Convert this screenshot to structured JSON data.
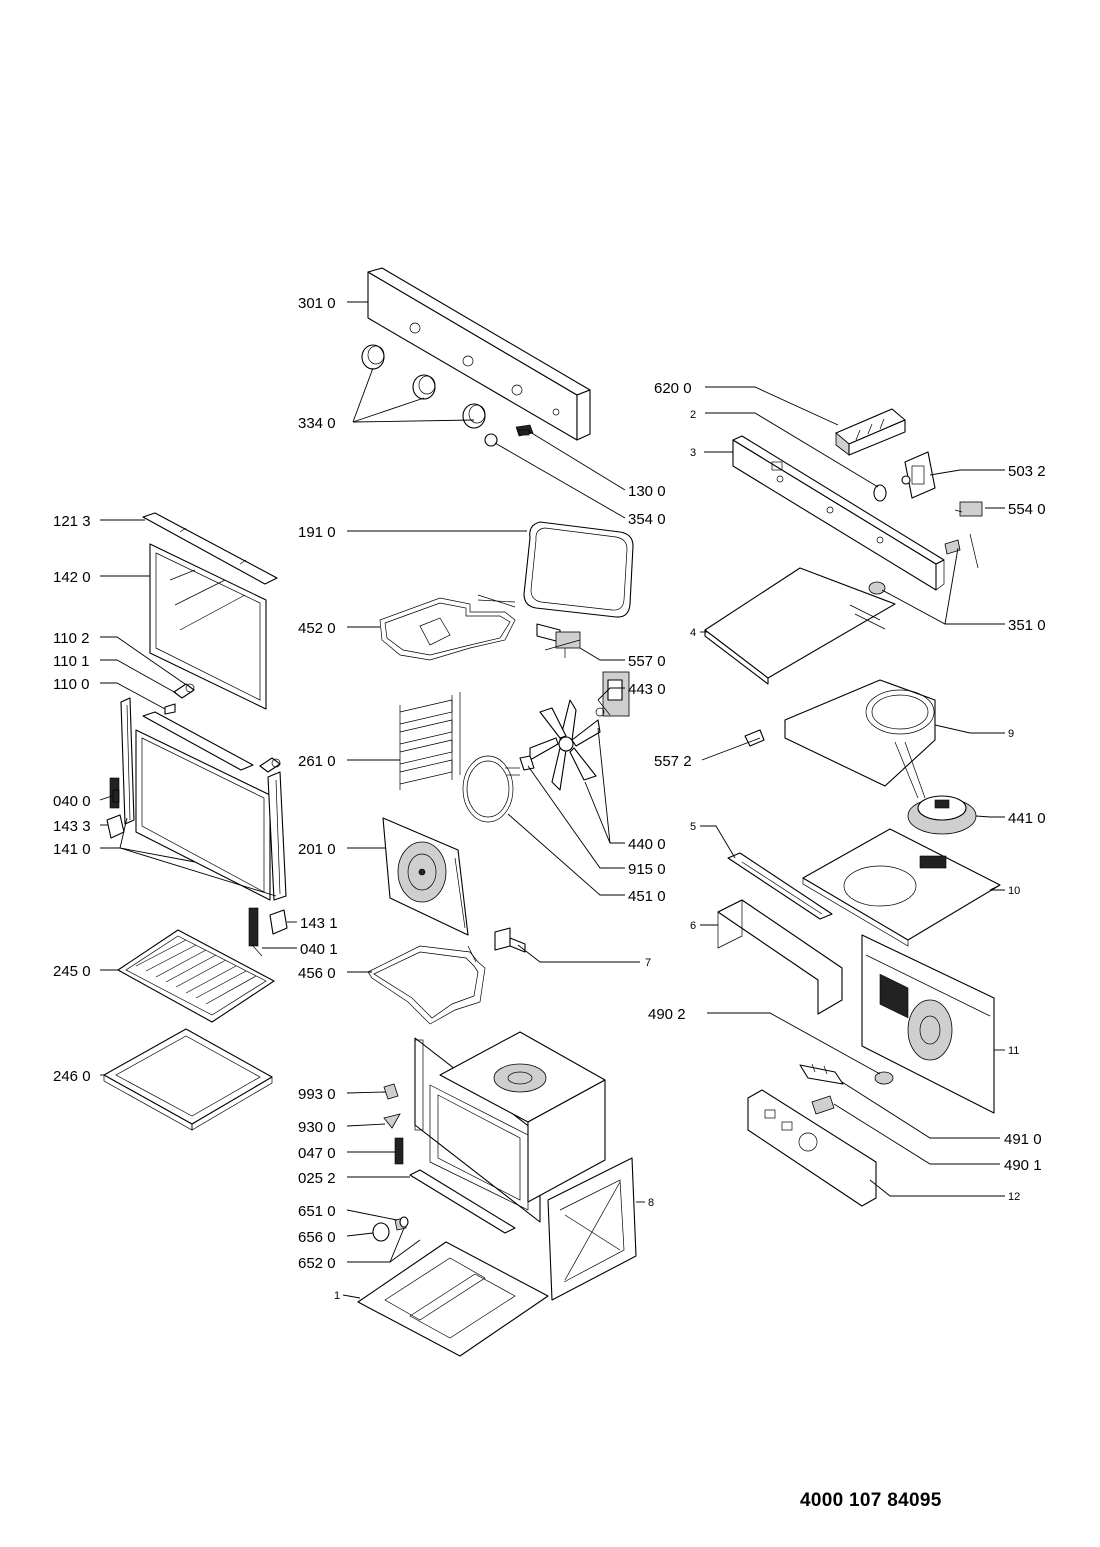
{
  "document_number": "4000 107 84095",
  "labels": {
    "p3010": "301 0",
    "p3340": "334 0",
    "p6200": "620 0",
    "p2": "2",
    "p3": "3",
    "p5032": "503 2",
    "p1300": "130 0",
    "p5540": "554 0",
    "p3540": "354 0",
    "p1213": "121 3",
    "p1910": "191 0",
    "p1420": "142 0",
    "p4520": "452 0",
    "p4": "4",
    "p3510": "351 0",
    "p1102": "110 2",
    "p5570": "557 0",
    "p1101": "110 1",
    "p1100": "110 0",
    "p4430": "443 0",
    "p2610": "261 0",
    "p5572": "557 2",
    "p9": "9",
    "p0400": "040 0",
    "p1433": "143 3",
    "p4410": "441 0",
    "p1410": "141 0",
    "p2010": "201 0",
    "p4400": "440 0",
    "p9150": "915 0",
    "p5": "5",
    "p4510": "451 0",
    "p10": "10",
    "p1431": "143 1",
    "p6": "6",
    "p0401": "040 1",
    "p2450": "245 0",
    "p4560": "456 0",
    "p7": "7",
    "p4902": "490 2",
    "p11": "11",
    "p2460": "246 0",
    "p9930": "993 0",
    "p9300": "930 0",
    "p4910": "491 0",
    "p0470": "047 0",
    "p4901": "490 1",
    "p0252": "025 2",
    "p12": "12",
    "p8": "8",
    "p6510": "651 0",
    "p6560": "656 0",
    "p6520": "652 0",
    "p1": "1"
  }
}
